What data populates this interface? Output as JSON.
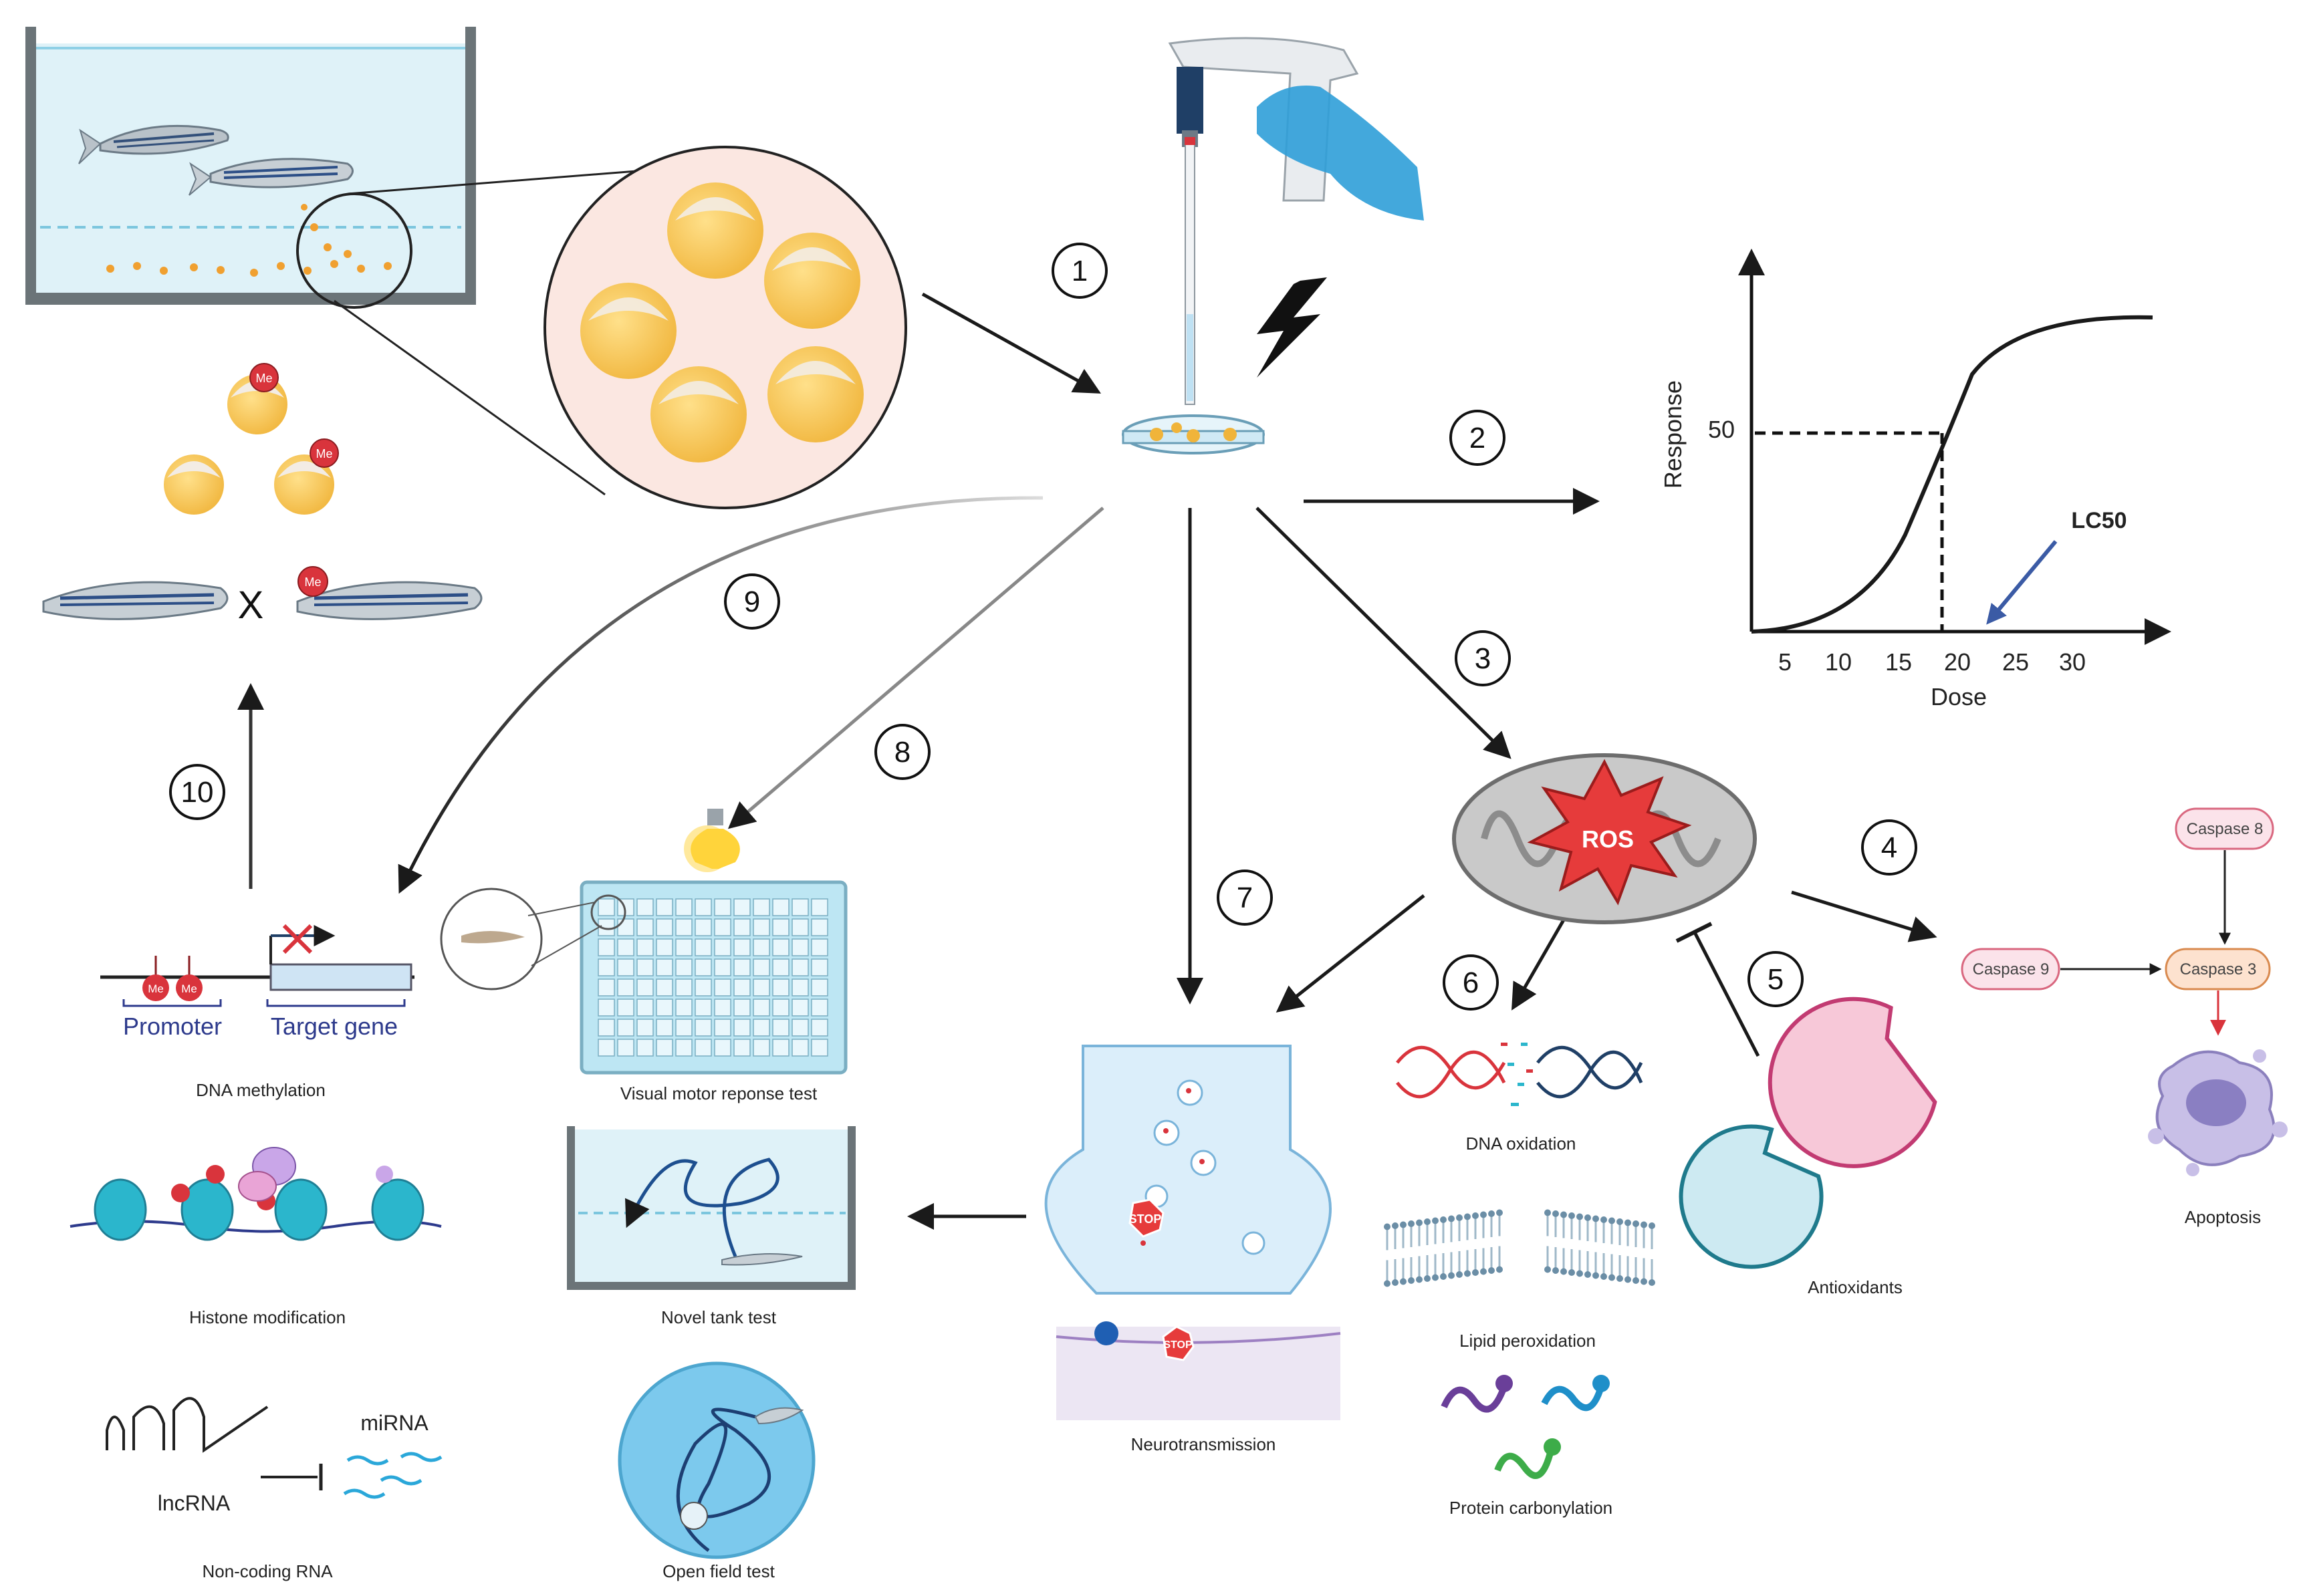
{
  "steps": [
    "1",
    "2",
    "3",
    "4",
    "5",
    "6",
    "7",
    "8",
    "9",
    "10"
  ],
  "graph": {
    "x_label": "Dose",
    "y_label": "Response",
    "y_tick": "50",
    "x_ticks": [
      "5",
      "10",
      "15",
      "20",
      "25",
      "30"
    ],
    "annotation": "LC50"
  },
  "ros_label": "ROS",
  "caspases": {
    "c8": "Caspase 8",
    "c9": "Caspase 9",
    "c3": "Caspase 3"
  },
  "methyl_tag": "Me",
  "cross_symbol": "X",
  "stop_text": "STOP",
  "labels": {
    "promoter": "Promoter",
    "target_gene": "Target gene",
    "dna_methylation": "DNA methylation",
    "histone_modification": "Histone modification",
    "mirna": "miRNA",
    "lncrna": "lncRNA",
    "non_coding_rna": "Non-coding RNA",
    "visual_motor": "Visual motor reponse  test",
    "novel_tank": "Novel tank test",
    "open_field": "Open field test",
    "neurotransmission": "Neurotransmission",
    "dna_oxidation": "DNA oxidation",
    "lipid_peroxidation": "Lipid peroxidation",
    "protein_carbonylation": "Protein carbonylation",
    "antioxidants": "Antioxidants",
    "apoptosis": "Apoptosis"
  },
  "colors": {
    "tank_water": "#dff2f8",
    "egg": "#f7c85a",
    "methyl": "#d9343c",
    "mito": "#c9c9c9",
    "ros": "#e63b3b",
    "caspase_fill": "#fbe3ea",
    "caspase3_fill": "#fde2cf",
    "curve_arrow": "#3b5ba5",
    "glove": "#2f9fd8",
    "antioxidant_pink": "#f7c8d8",
    "antioxidant_blue": "#cdeaf2"
  }
}
